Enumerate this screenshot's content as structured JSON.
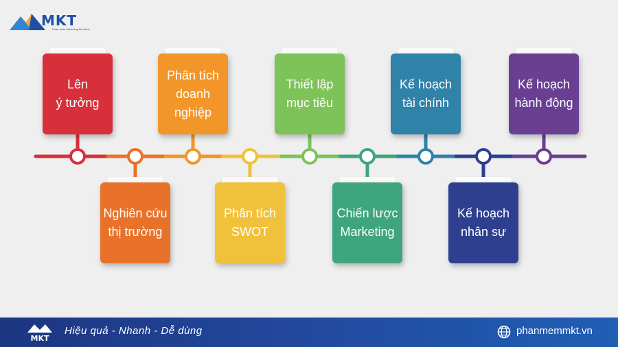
{
  "brand": {
    "name": "MKT",
    "tagline": "Phần mềm Marketing Đa Kênh"
  },
  "steps": [
    {
      "label": "Lên\ný tưởng",
      "color": "#d8303a",
      "position": "top"
    },
    {
      "label": "Nghiên cứu\nthị trường",
      "color": "#e8722a",
      "position": "bottom"
    },
    {
      "label": "Phân tích\ndoanh\nnghiệp",
      "color": "#f2962a",
      "position": "top"
    },
    {
      "label": "Phân tích\nSWOT",
      "color": "#f0c23c",
      "position": "bottom"
    },
    {
      "label": "Thiết lập\nmục tiêu",
      "color": "#7dc35a",
      "position": "top"
    },
    {
      "label": "Chiến lược\nMarketing",
      "color": "#3fa57e",
      "position": "bottom"
    },
    {
      "label": "Kế hoạch\ntài chính",
      "color": "#2f82a8",
      "position": "top"
    },
    {
      "label": "Kế hoạch\nnhân sự",
      "color": "#2e3f8f",
      "position": "bottom"
    },
    {
      "label": "Kế hoạch\nhành động",
      "color": "#6a3f92",
      "position": "top"
    }
  ],
  "footer": {
    "slogan": "Hiệu quả - Nhanh - Dễ dùng",
    "website": "phanmemmkt.vn"
  }
}
